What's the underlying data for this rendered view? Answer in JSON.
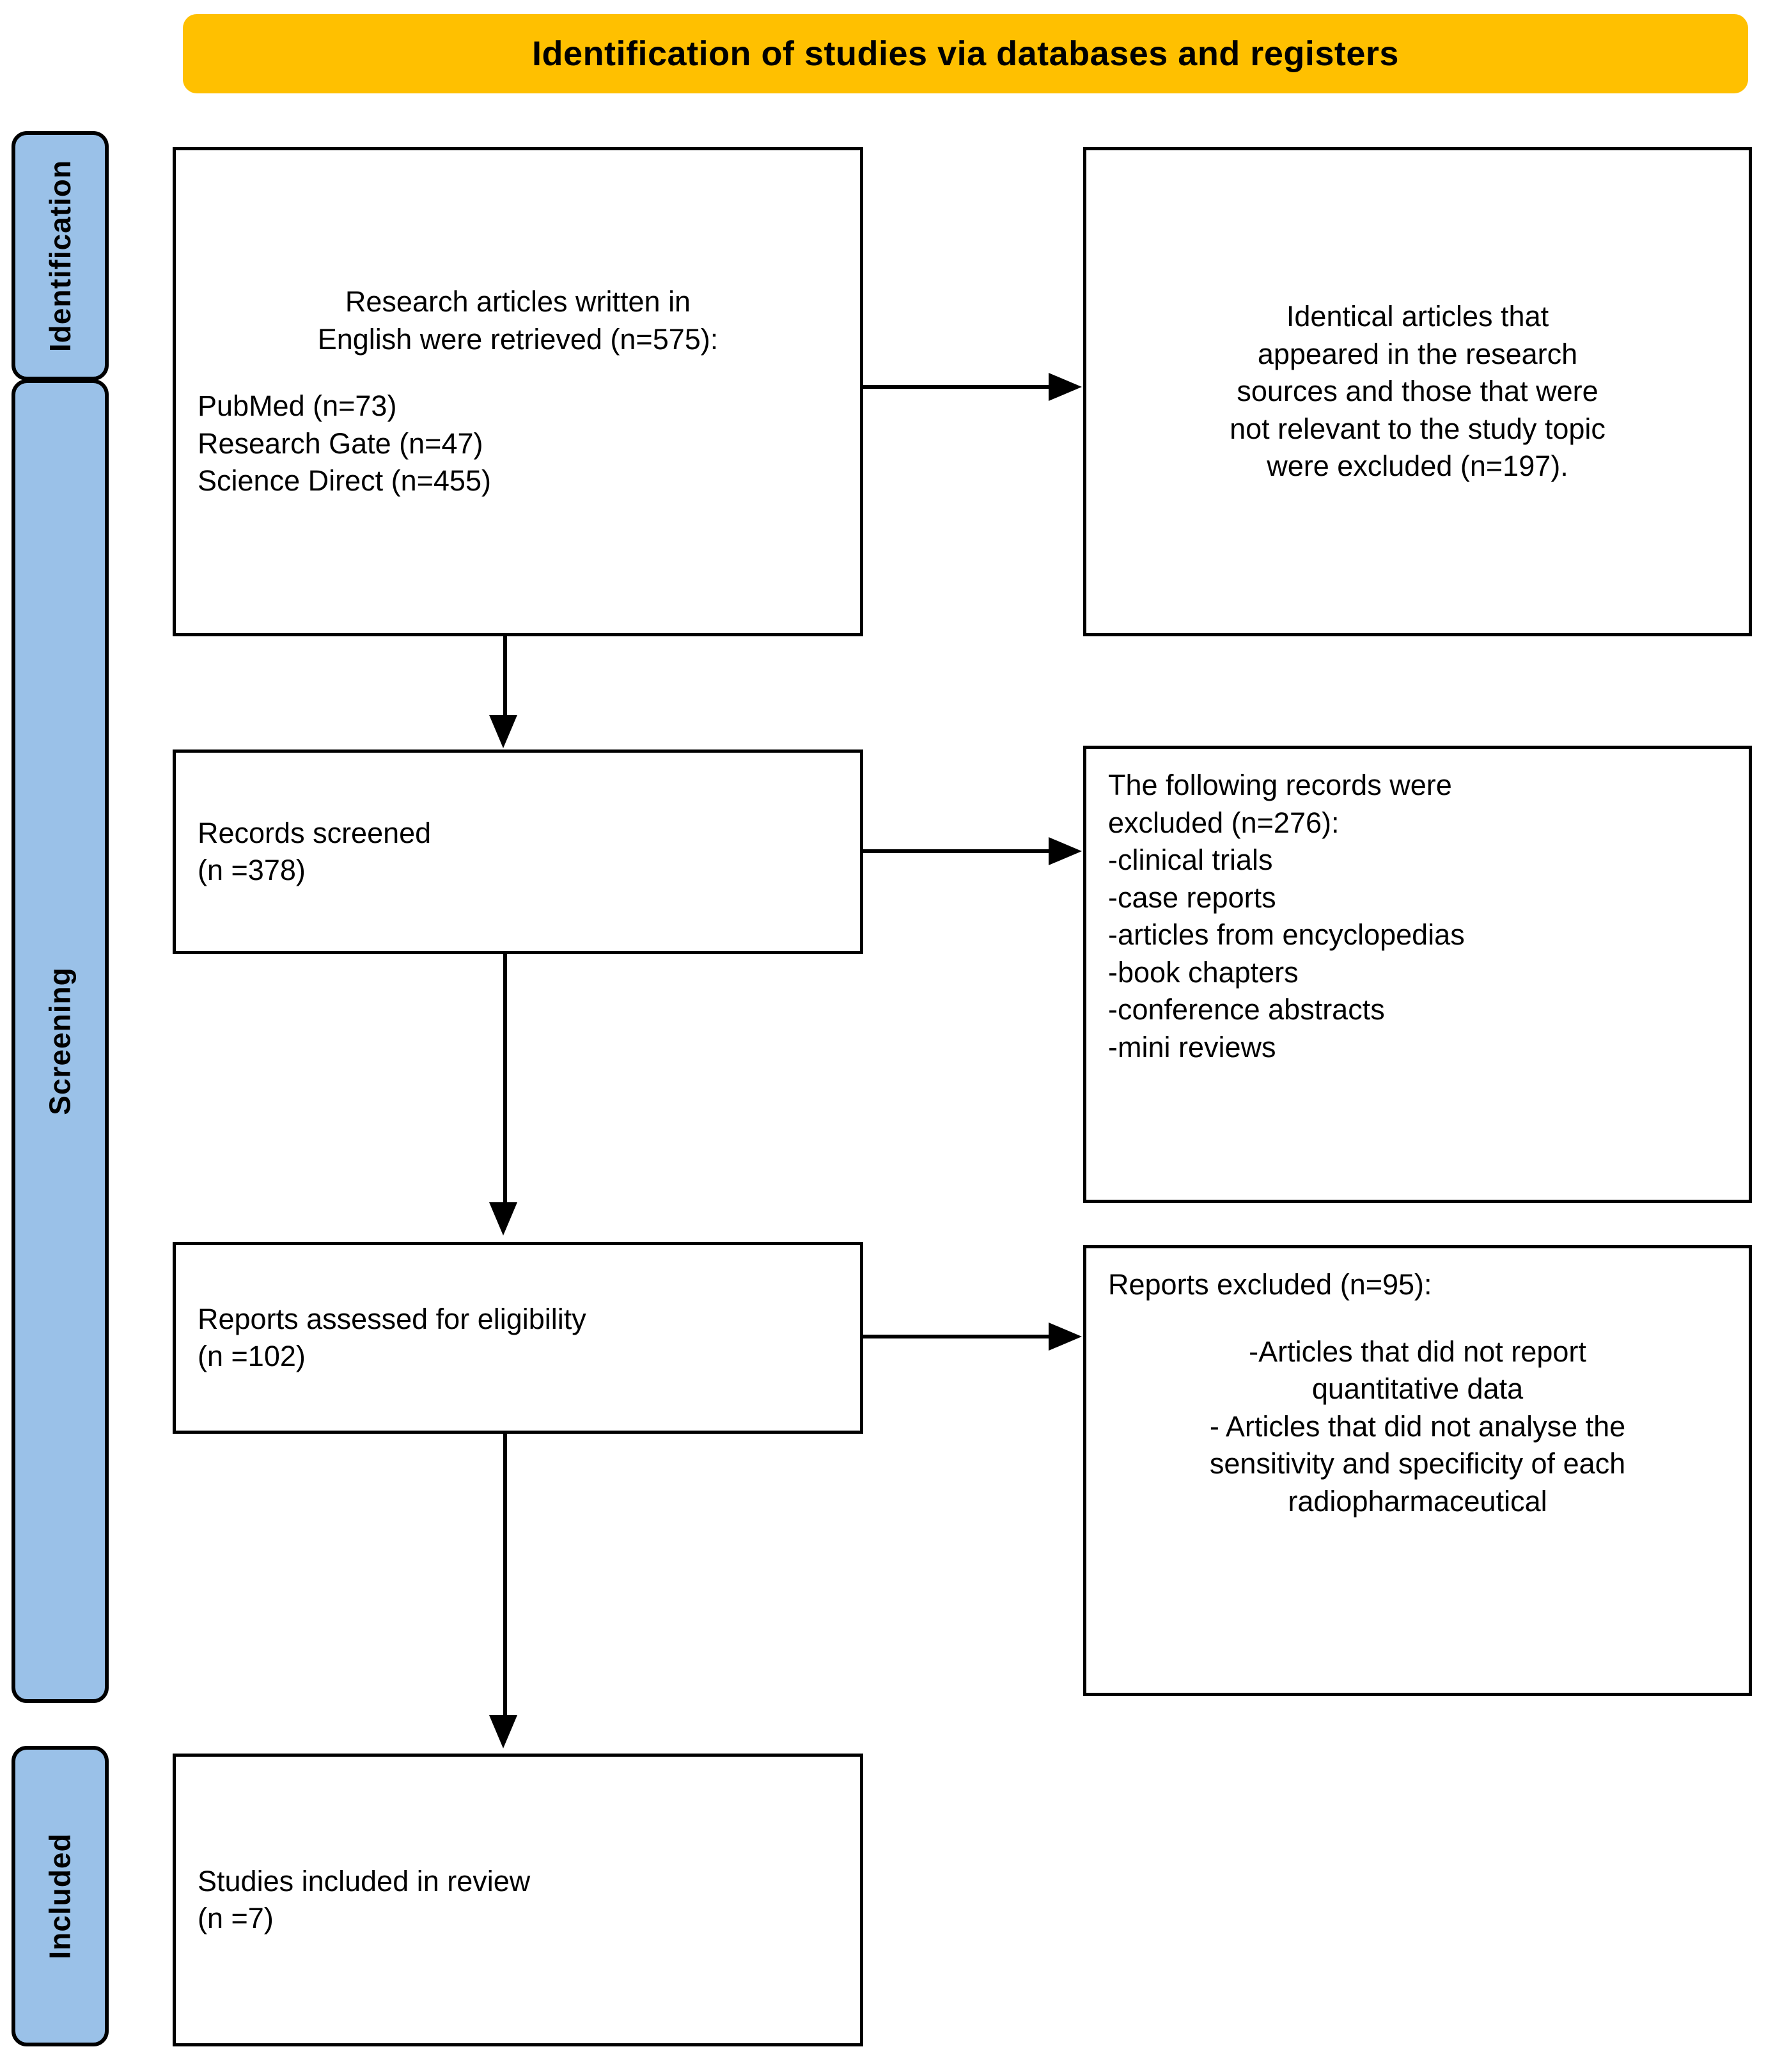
{
  "header": {
    "title": "Identification of studies via databases and registers",
    "background_color": "#FFC000"
  },
  "sidebar": {
    "background_color": "#9AC1E8",
    "stages": [
      {
        "label": "Identification"
      },
      {
        "label": "Screening"
      },
      {
        "label": "Included"
      }
    ]
  },
  "flow": {
    "retrieved": {
      "lines": [
        "Research articles written in",
        "English were retrieved (n=575):",
        "",
        "PubMed (n=73)",
        "Research Gate (n=47)",
        "Science Direct (n=455)"
      ],
      "line1": "Research articles written in",
      "line2": "English were retrieved (n=575):",
      "line3": "PubMed (n=73)",
      "line4": "Research Gate (n=47)",
      "line5": "Science Direct (n=455)"
    },
    "duplicates_excluded": {
      "line1": "Identical articles that",
      "line2": "appeared in the research",
      "line3": "sources and those that were",
      "line4": "not relevant to the study topic",
      "line5": "were excluded (n=197)."
    },
    "records_screened": {
      "line1": "Records screened",
      "line2": "(n =378)"
    },
    "records_excluded": {
      "line1": "The following records were",
      "line2": "excluded (n=276):",
      "line3": "-clinical trials",
      "line4": "-case reports",
      "line5": "-articles from encyclopedias",
      "line6": "-book chapters",
      "line7": "-conference abstracts",
      "line8": "-mini reviews"
    },
    "reports_eligibility": {
      "line1": "Reports assessed for eligibility",
      "line2": "(n =102)"
    },
    "reports_excluded": {
      "line1": "Reports excluded (n=95):",
      "line2": "-Articles that did not report",
      "line3": "quantitative data",
      "line4": "- Articles that did not analyse the",
      "line5": "sensitivity and specificity of each",
      "line6": "radiopharmaceutical"
    },
    "studies_included": {
      "line1": "Studies included in review",
      "line2": "(n =7)"
    }
  },
  "chart_data": {
    "type": "diagram",
    "title": "Identification of studies via databases and registers",
    "diagram_kind": "PRISMA flow diagram",
    "stages": [
      "Identification",
      "Screening",
      "Included"
    ],
    "nodes": [
      {
        "id": "retrieved",
        "stage": "Identification",
        "label": "Research articles written in English were retrieved",
        "n": 575,
        "breakdown": [
          {
            "source": "PubMed",
            "n": 73
          },
          {
            "source": "Research Gate",
            "n": 47
          },
          {
            "source": "Science Direct",
            "n": 455
          }
        ]
      },
      {
        "id": "duplicates_excluded",
        "stage": "Identification",
        "label": "Identical articles that appeared in the research sources and those that were not relevant to the study topic were excluded",
        "n": 197
      },
      {
        "id": "records_screened",
        "stage": "Screening",
        "label": "Records screened",
        "n": 378
      },
      {
        "id": "records_excluded",
        "stage": "Screening",
        "label": "The following records were excluded",
        "n": 276,
        "reasons": [
          "clinical trials",
          "case reports",
          "articles from encyclopedias",
          "book chapters",
          "conference abstracts",
          "mini reviews"
        ]
      },
      {
        "id": "reports_eligibility",
        "stage": "Screening",
        "label": "Reports assessed for eligibility",
        "n": 102
      },
      {
        "id": "reports_excluded",
        "stage": "Screening",
        "label": "Reports excluded",
        "n": 95,
        "reasons": [
          "Articles that did not report quantitative data",
          "Articles that did not analyse the sensitivity and specificity of each radiopharmaceutical"
        ]
      },
      {
        "id": "studies_included",
        "stage": "Included",
        "label": "Studies included in review",
        "n": 7
      }
    ],
    "edges": [
      {
        "from": "retrieved",
        "to": "duplicates_excluded",
        "direction": "right"
      },
      {
        "from": "retrieved",
        "to": "records_screened",
        "direction": "down"
      },
      {
        "from": "records_screened",
        "to": "records_excluded",
        "direction": "right"
      },
      {
        "from": "records_screened",
        "to": "reports_eligibility",
        "direction": "down"
      },
      {
        "from": "reports_eligibility",
        "to": "reports_excluded",
        "direction": "right"
      },
      {
        "from": "reports_eligibility",
        "to": "studies_included",
        "direction": "down"
      }
    ]
  }
}
